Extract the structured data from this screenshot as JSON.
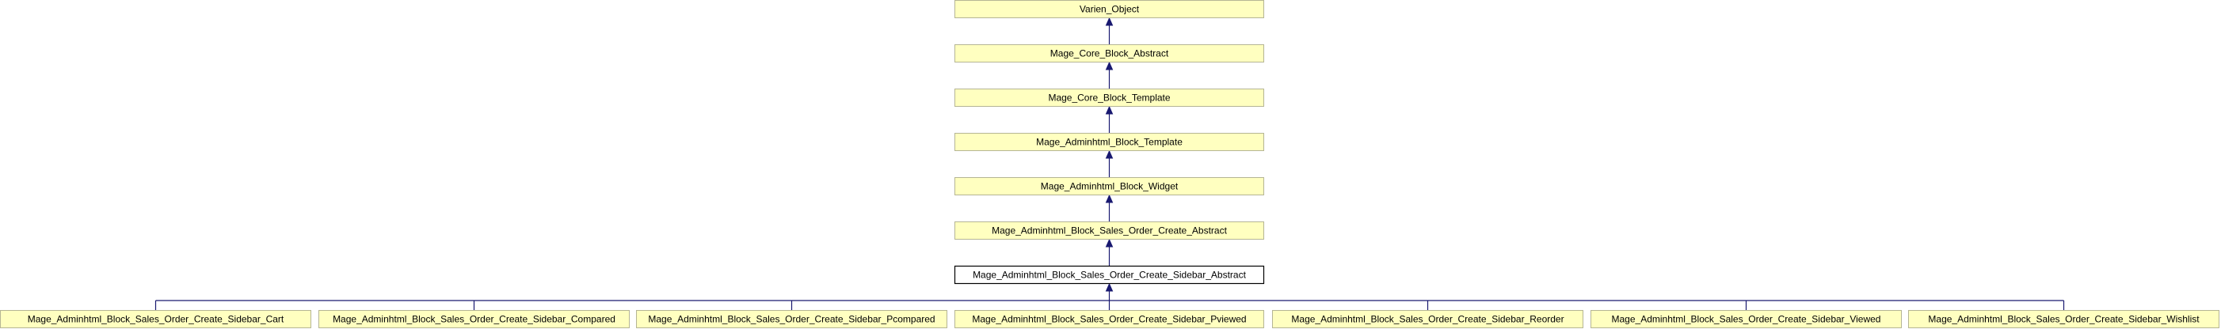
{
  "diagram": {
    "type": "class-inheritance",
    "nodes": [
      {
        "id": "n0",
        "label": "Varien_Object"
      },
      {
        "id": "n1",
        "label": "Mage_Core_Block_Abstract"
      },
      {
        "id": "n2",
        "label": "Mage_Core_Block_Template"
      },
      {
        "id": "n3",
        "label": "Mage_Adminhtml_Block_Template"
      },
      {
        "id": "n4",
        "label": "Mage_Adminhtml_Block_Widget"
      },
      {
        "id": "n5",
        "label": "Mage_Adminhtml_Block_Sales_Order_Create_Abstract"
      },
      {
        "id": "n6",
        "label": "Mage_Adminhtml_Block_Sales_Order_Create_Sidebar_Abstract",
        "current": true
      },
      {
        "id": "c0",
        "label": "Mage_Adminhtml_Block_Sales_Order_Create_Sidebar_Cart"
      },
      {
        "id": "c1",
        "label": "Mage_Adminhtml_Block_Sales_Order_Create_Sidebar_Compared"
      },
      {
        "id": "c2",
        "label": "Mage_Adminhtml_Block_Sales_Order_Create_Sidebar_Pcompared"
      },
      {
        "id": "c3",
        "label": "Mage_Adminhtml_Block_Sales_Order_Create_Sidebar_Pviewed"
      },
      {
        "id": "c4",
        "label": "Mage_Adminhtml_Block_Sales_Order_Create_Sidebar_Reorder"
      },
      {
        "id": "c5",
        "label": "Mage_Adminhtml_Block_Sales_Order_Create_Sidebar_Viewed"
      },
      {
        "id": "c6",
        "label": "Mage_Adminhtml_Block_Sales_Order_Create_Sidebar_Wishlist"
      }
    ],
    "edges": [
      {
        "from": "n1",
        "to": "n0"
      },
      {
        "from": "n2",
        "to": "n1"
      },
      {
        "from": "n3",
        "to": "n2"
      },
      {
        "from": "n4",
        "to": "n3"
      },
      {
        "from": "n5",
        "to": "n4"
      },
      {
        "from": "n6",
        "to": "n5"
      },
      {
        "from": "c0",
        "to": "n6"
      },
      {
        "from": "c1",
        "to": "n6"
      },
      {
        "from": "c2",
        "to": "n6"
      },
      {
        "from": "c3",
        "to": "n6"
      },
      {
        "from": "c4",
        "to": "n6"
      },
      {
        "from": "c5",
        "to": "n6"
      },
      {
        "from": "c6",
        "to": "n6"
      }
    ],
    "colors": {
      "node_fill": "#ffffc0",
      "node_border": "#b5b594",
      "current_node_fill": "#ffffff",
      "current_node_border": "#000000",
      "edge": "#191970"
    }
  }
}
